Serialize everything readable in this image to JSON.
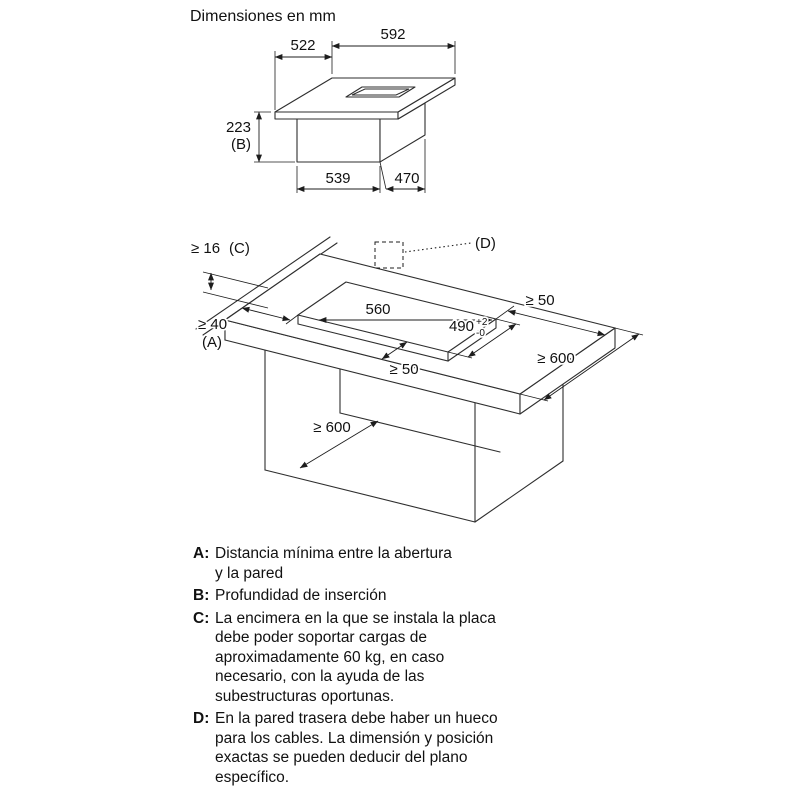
{
  "title": "Dimensiones en mm",
  "hob": {
    "depth": "522",
    "width": "592",
    "insertion": "223",
    "insertion_key": "(B)",
    "base_width": "539",
    "base_depth": "470"
  },
  "install": {
    "thickness": "≥ 16",
    "thickness_key": "(C)",
    "cable_key": "(D)",
    "cutout_width": "560",
    "cutout_depth": "490",
    "tol_plus": "+2",
    "tol_minus": "-0",
    "wall_dist": "≥ 40",
    "wall_dist_key": "(A)",
    "side_clearance": "≥ 50",
    "front_clearance": "≥ 50",
    "counter_depth": "≥ 600",
    "cabinet_depth": "≥ 600"
  },
  "legend": {
    "entries": [
      {
        "key_label": "A:",
        "lines": [
          "Distancia mínima entre la abertura",
          "y la pared"
        ]
      },
      {
        "key_label": "B:",
        "lines": [
          "Profundidad de inserción"
        ]
      },
      {
        "key_label": "C:",
        "lines": [
          "La encimera en la que se instala la placa",
          "debe poder soportar cargas de",
          "aproximadamente 60 kg, en caso",
          "necesario, con la ayuda de las",
          "subestructuras oportunas."
        ]
      },
      {
        "key_label": "D:",
        "lines": [
          "En la pared trasera debe haber un hueco",
          "para los cables. La dimensión y posición",
          "exactas se pueden deducir del plano",
          "específico."
        ]
      }
    ]
  }
}
